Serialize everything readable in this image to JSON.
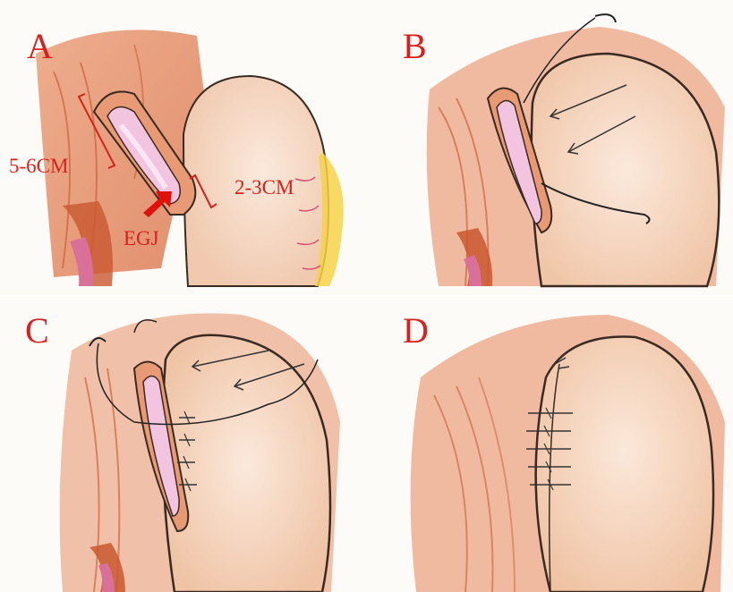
{
  "panels": [
    {
      "label": "A"
    },
    {
      "label": "B"
    },
    {
      "label": "C"
    },
    {
      "label": "D"
    }
  ],
  "annotations": {
    "esophagus_length": "5-6CM",
    "fundus_length": "2-3CM",
    "junction": "EGJ"
  },
  "colors": {
    "label_red": "#d8201c",
    "muscle": "#e07a4e",
    "muscle_dark": "#c9572f",
    "stomach": "#f6dccb",
    "mucosa": "#f3c4e0",
    "outline": "#2a2a2a",
    "fat": "#f7d24a"
  }
}
